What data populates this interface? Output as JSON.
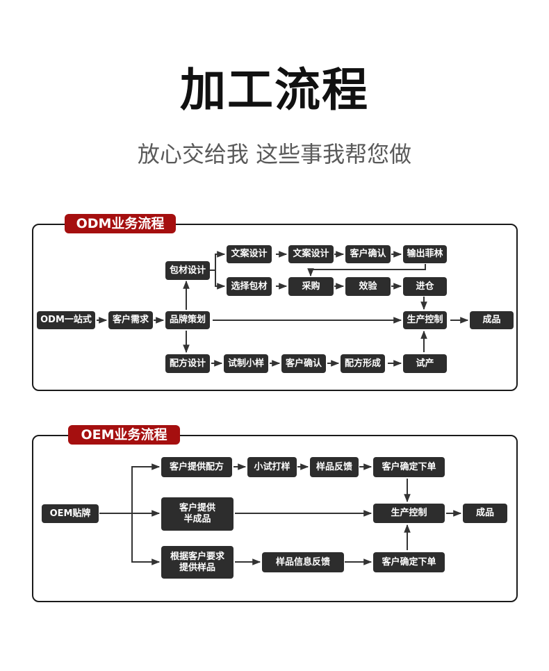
{
  "header": {
    "title": "加工流程",
    "subtitle": "放心交给我 这些事我帮您做"
  },
  "odm": {
    "label": "ODM业务流程",
    "nodes": {
      "start": "ODM一站式",
      "demand": "客户需求",
      "brand": "品牌策划",
      "pack_design": "包材设计",
      "copy1": "文案设计",
      "copy2": "文案设计",
      "confirm_top": "客户确认",
      "film": "输出菲林",
      "select_pack": "选择包材",
      "purchase": "采购",
      "inspect": "效验",
      "warehouse": "进仓",
      "production": "生产控制",
      "product": "成品",
      "formula_design": "配方设计",
      "sample": "试制小样",
      "confirm_bottom": "客户确认",
      "formula_done": "配方形成",
      "trial": "试产"
    }
  },
  "oem": {
    "label": "OEM业务流程",
    "nodes": {
      "start": "OEM贴牌",
      "provide_formula": "客户提供配方",
      "small_trial": "小试打样",
      "sample_feedback": "样品反馈",
      "order_top": "客户确定下单",
      "semi_line1": "客户提供",
      "semi_line2": "半成品",
      "production": "生产控制",
      "product": "成品",
      "req_line1": "根据客户要求",
      "req_line2": "提供样品",
      "sample_info": "样品信息反馈",
      "order_bottom": "客户确定下单"
    }
  },
  "colors": {
    "label_red": "#a50f0f",
    "node_dark": "#2d2d2d",
    "line": "#333333"
  }
}
